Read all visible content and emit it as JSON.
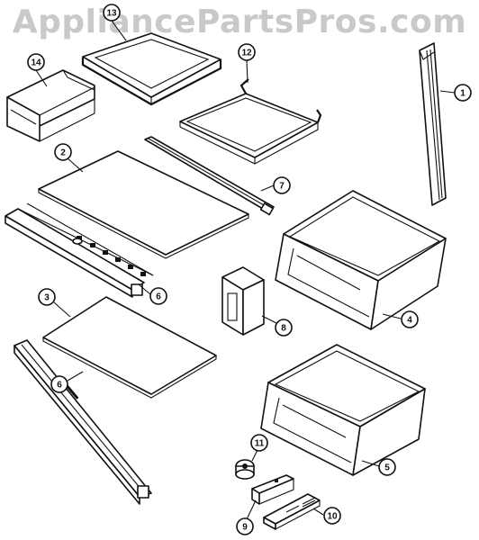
{
  "watermark": "AppliancePartsPros.com",
  "callouts": {
    "c1": "1",
    "c2": "2",
    "c3": "3",
    "c4": "4",
    "c5": "5",
    "c6a": "6",
    "c6b": "6",
    "c7": "7",
    "c8": "8",
    "c9": "9",
    "c10": "10",
    "c11": "11",
    "c12": "12",
    "c13": "13",
    "c14": "14"
  }
}
